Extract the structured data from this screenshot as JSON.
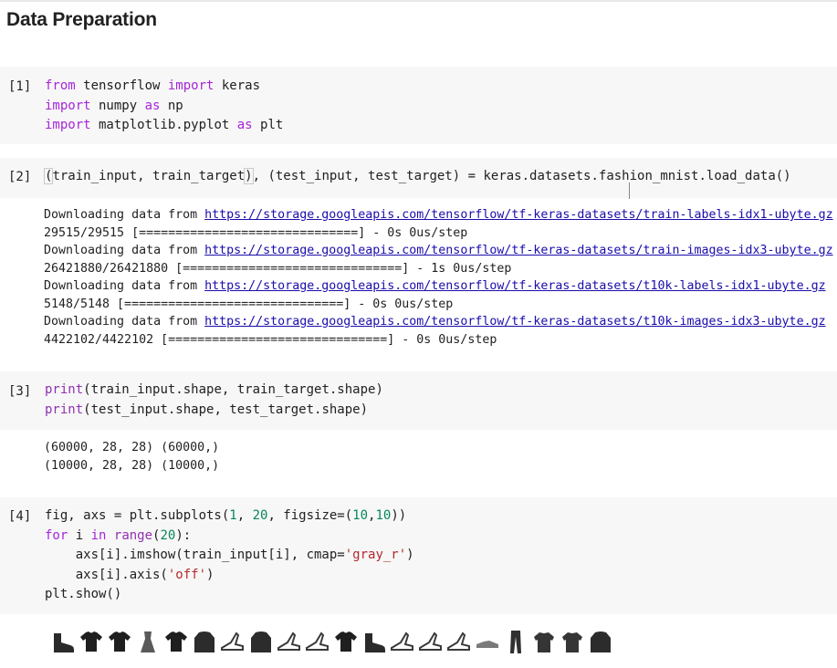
{
  "heading": "Data Preparation",
  "cells": [
    {
      "prompt": "[1]",
      "code_lines": [
        [
          [
            "kw",
            "from"
          ],
          [
            "t",
            " tensorflow "
          ],
          [
            "kw",
            "import"
          ],
          [
            "t",
            " keras"
          ]
        ],
        [
          [
            "kw",
            "import"
          ],
          [
            "t",
            " numpy "
          ],
          [
            "kw",
            "as"
          ],
          [
            "t",
            " np"
          ]
        ],
        [
          [
            "kw",
            "import"
          ],
          [
            "t",
            " matplotlib.pyplot "
          ],
          [
            "kw",
            "as"
          ],
          [
            "t",
            " plt"
          ]
        ]
      ]
    },
    {
      "prompt": "[2]",
      "code_lines": [
        [
          [
            "br",
            "("
          ],
          [
            "t",
            "train_input, train_target"
          ],
          [
            "br",
            ")"
          ],
          [
            "t",
            ", (test_input, test_target) = keras.datasets.fashion_mnist.load_data()"
          ]
        ]
      ],
      "output_lines": [
        {
          "text": "Downloading data from ",
          "link": "https://storage.googleapis.com/tensorflow/tf-keras-datasets/train-labels-idx1-ubyte.gz"
        },
        {
          "text": "29515/29515 [==============================] - 0s 0us/step"
        },
        {
          "text": "Downloading data from ",
          "link": "https://storage.googleapis.com/tensorflow/tf-keras-datasets/train-images-idx3-ubyte.gz"
        },
        {
          "text": "26421880/26421880 [==============================] - 1s 0us/step"
        },
        {
          "text": "Downloading data from ",
          "link": "https://storage.googleapis.com/tensorflow/tf-keras-datasets/t10k-labels-idx1-ubyte.gz"
        },
        {
          "text": "5148/5148 [==============================] - 0s 0us/step"
        },
        {
          "text": "Downloading data from ",
          "link": "https://storage.googleapis.com/tensorflow/tf-keras-datasets/t10k-images-idx3-ubyte.gz"
        },
        {
          "text": "4422102/4422102 [==============================] - 0s 0us/step"
        }
      ]
    },
    {
      "prompt": "[3]",
      "code_lines": [
        [
          [
            "bi",
            "print"
          ],
          [
            "t",
            "(train_input.shape, train_target.shape)"
          ]
        ],
        [
          [
            "bi",
            "print"
          ],
          [
            "t",
            "(test_input.shape, test_target.shape)"
          ]
        ]
      ],
      "output_lines": [
        {
          "text": "(60000, 28, 28) (60000,)"
        },
        {
          "text": "(10000, 28, 28) (10000,)"
        }
      ]
    },
    {
      "prompt": "[4]",
      "code_lines": [
        [
          [
            "t",
            "fig, axs = plt.subplots("
          ],
          [
            "num",
            "1"
          ],
          [
            "t",
            ", "
          ],
          [
            "num",
            "20"
          ],
          [
            "t",
            ", figsize=("
          ],
          [
            "num",
            "10"
          ],
          [
            "t",
            ","
          ],
          [
            "num",
            "10"
          ],
          [
            "t",
            "))"
          ]
        ],
        [
          [
            "kw",
            "for"
          ],
          [
            "t",
            " i "
          ],
          [
            "kw",
            "in"
          ],
          [
            "t",
            " "
          ],
          [
            "bi",
            "range"
          ],
          [
            "t",
            "("
          ],
          [
            "num",
            "20"
          ],
          [
            "t",
            "):"
          ]
        ],
        [
          [
            "t",
            "    axs[i].imshow(train_input[i], cmap="
          ],
          [
            "str",
            "'gray_r'"
          ],
          [
            "t",
            ")"
          ]
        ],
        [
          [
            "t",
            "    axs[i].axis("
          ],
          [
            "str",
            "'off'"
          ],
          [
            "t",
            ")"
          ]
        ],
        [
          [
            "t",
            "plt.show()"
          ]
        ]
      ]
    }
  ],
  "thumbnails": [
    "ankle-boot",
    "t-shirt",
    "t-shirt",
    "dress",
    "t-shirt",
    "pullover",
    "sandal",
    "pullover",
    "sandal",
    "sandal",
    "t-shirt",
    "ankle-boot",
    "sandal",
    "sandal",
    "sandal",
    "sneaker",
    "trouser",
    "shirt",
    "shirt",
    "pullover"
  ],
  "colors": {
    "keyword": "#a626d9",
    "builtin": "#9031b0",
    "number": "#098658",
    "string": "#b5292e",
    "link": "#1a0dab",
    "cell_bg": "#f7f7f7"
  }
}
